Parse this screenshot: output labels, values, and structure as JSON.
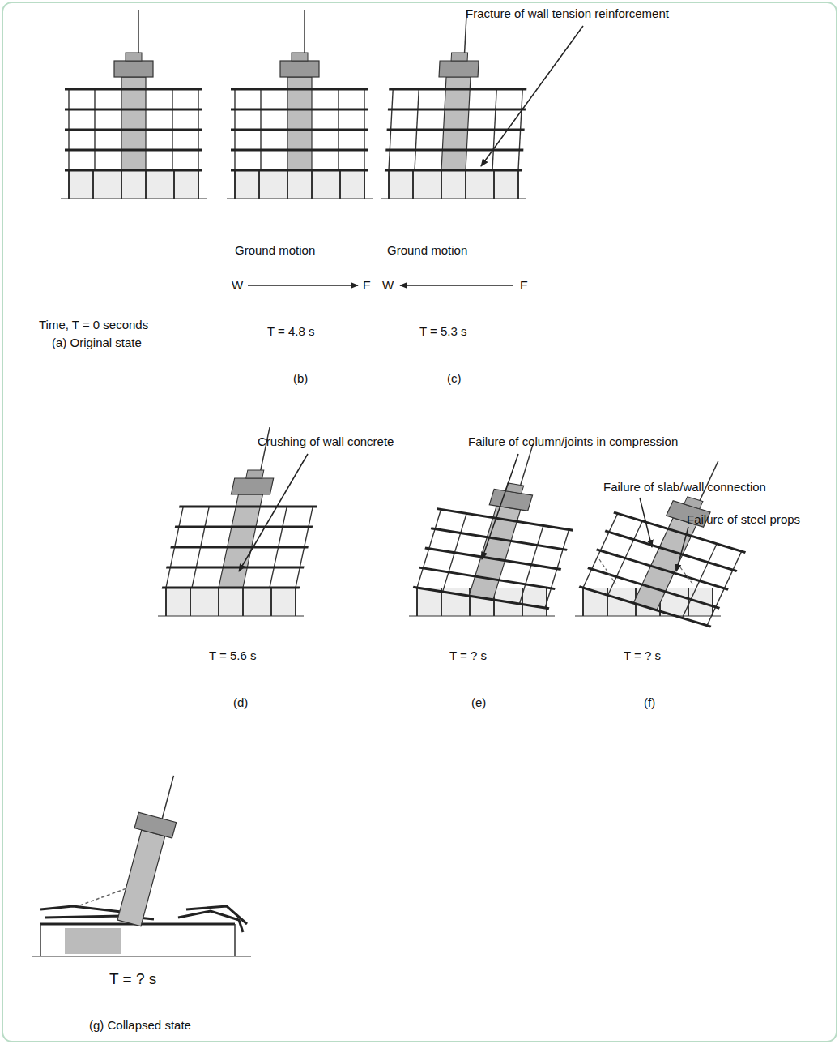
{
  "diagram": {
    "labels": [
      "Fracture of wall tension reinforcement",
      "Ground motion",
      "W",
      "E",
      "Ground motion",
      "W",
      "E",
      "Time, T = 0 seconds",
      "(a) Original state",
      "T = 4.8 s",
      "(b)",
      "T = 5.3 s",
      "(c)",
      "Crushing of wall concrete",
      "Failure of column/joints in compression",
      "Failure of slab/wall connection",
      "Failure of steel props",
      "T = 5.6 s",
      "(d)",
      "T = ? s",
      "(e)",
      "T = ? s",
      "(f)",
      "T = ? s",
      "(g) Collapsed state"
    ]
  }
}
